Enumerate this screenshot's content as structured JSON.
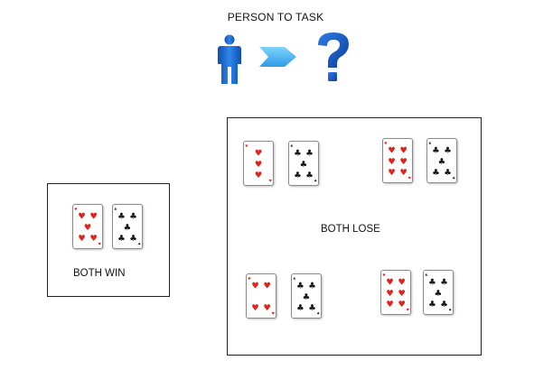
{
  "header": {
    "title": "PERSON TO TASK",
    "icons": [
      "person-icon",
      "arrow-right-icon",
      "question-mark-icon"
    ],
    "colors": {
      "person": "#1f6fd6",
      "arrow": "#4ab4f0",
      "question": "#1d5fc8"
    }
  },
  "panels": {
    "win": {
      "label": "BOTH WIN",
      "pairs": [
        {
          "left": {
            "rank": 5,
            "suit": "hearts"
          },
          "right": {
            "rank": 5,
            "suit": "clubs"
          }
        }
      ]
    },
    "lose": {
      "label": "BOTH LOSE",
      "pairs": [
        {
          "left": {
            "rank": 3,
            "suit": "hearts"
          },
          "right": {
            "rank": 5,
            "suit": "clubs"
          }
        },
        {
          "left": {
            "rank": 6,
            "suit": "hearts"
          },
          "right": {
            "rank": 5,
            "suit": "clubs"
          }
        },
        {
          "left": {
            "rank": 4,
            "suit": "hearts"
          },
          "right": {
            "rank": 5,
            "suit": "clubs"
          }
        },
        {
          "left": {
            "rank": 6,
            "suit": "hearts"
          },
          "right": {
            "rank": 5,
            "suit": "clubs"
          }
        }
      ]
    }
  },
  "suit_colors": {
    "hearts": "#e0231c",
    "clubs": "#111111"
  }
}
